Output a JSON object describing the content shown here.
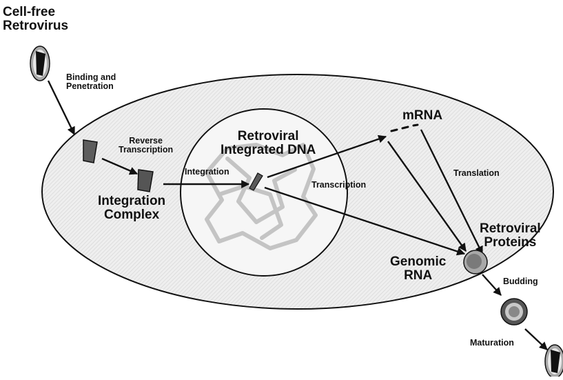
{
  "labels": {
    "cell_free": "Cell-free",
    "retrovirus": "Retrovirus",
    "binding_1": "Binding and",
    "binding_2": "Penetration",
    "rt_1": "Reverse",
    "rt_2": "Transcription",
    "ic_1": "Integration",
    "ic_2": "Complex",
    "integration": "Integration",
    "rid_1": "Retroviral",
    "rid_2": "Integrated DNA",
    "transcription": "Transcription",
    "mrna": "mRNA",
    "translation": "Translation",
    "rp_1": "Retroviral",
    "rp_2": "Proteins",
    "genomic_1": "Genomic",
    "genomic_2": "RNA",
    "budding": "Budding",
    "maturation": "Maturation"
  },
  "colors": {
    "cell_fill": "#ececec",
    "nucleus_fill": "#f4f4f4",
    "outline": "#111111",
    "capsid": "#555555",
    "virion_shell": "#aaaaaa"
  }
}
